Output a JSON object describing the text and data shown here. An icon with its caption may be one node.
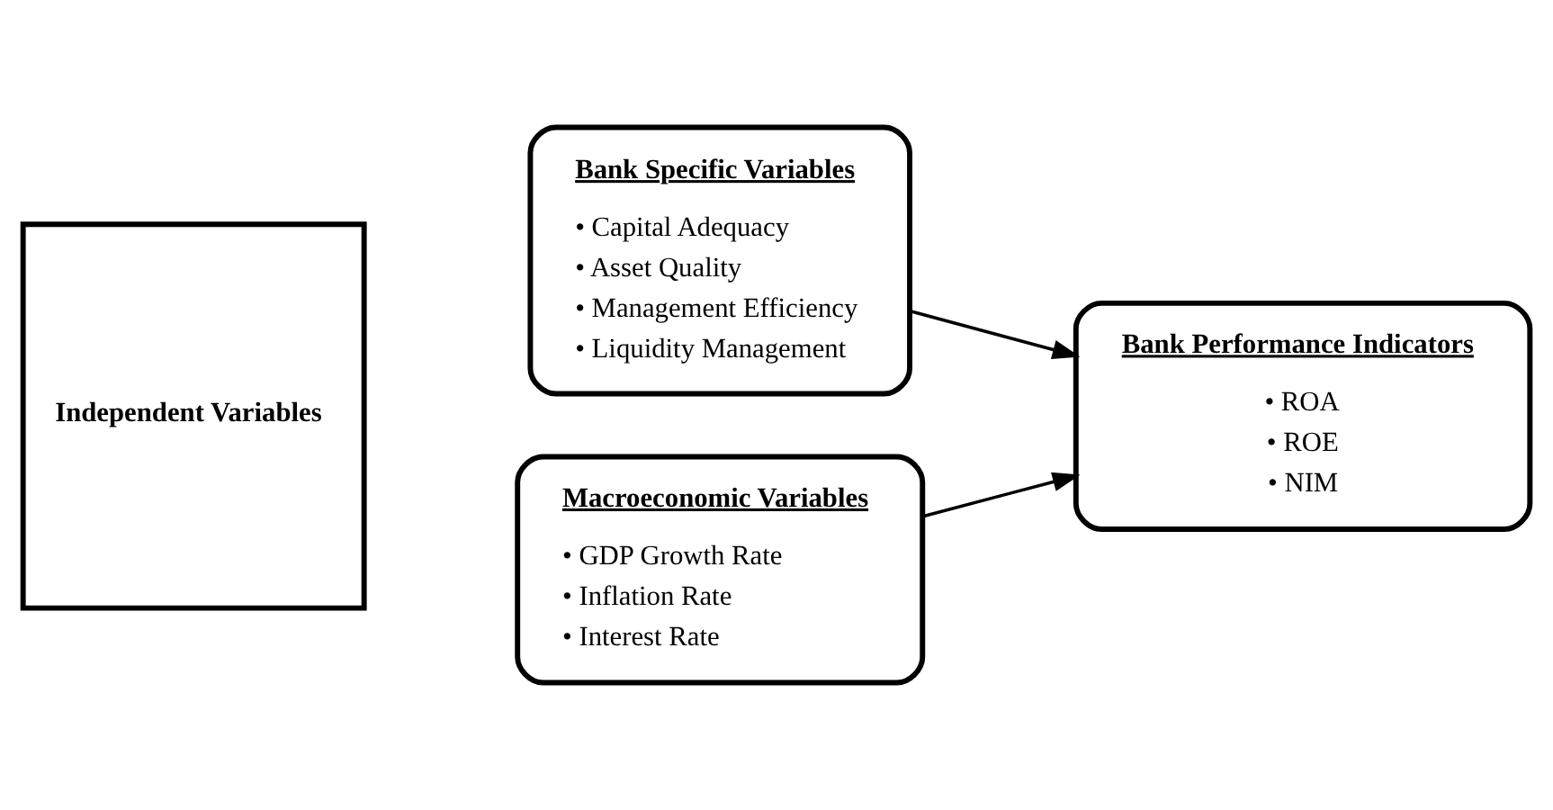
{
  "diagram": {
    "nodes": [
      {
        "text": [
          "Independent Variables"
        ]
      },
      {
        "text": [
          "Bank Specific Variables",
          "• Capital Adequacy",
          "• Asset Quality",
          "• Management Efficiency",
          "• Liquidity Management"
        ]
      },
      {
        "text": [
          "Macroeconomic Variables",
          "• GDP Growth Rate",
          "• Inflation Rate",
          "• Interest Rate"
        ]
      },
      {
        "text": [
          "Bank Performance Indicators",
          "• ROA",
          "• ROE",
          "• NIM"
        ]
      }
    ],
    "edges": [
      {
        "from": 1,
        "to": 3,
        "arrow": "to"
      },
      {
        "from": 2,
        "to": 3,
        "arrow": "to"
      }
    ]
  }
}
